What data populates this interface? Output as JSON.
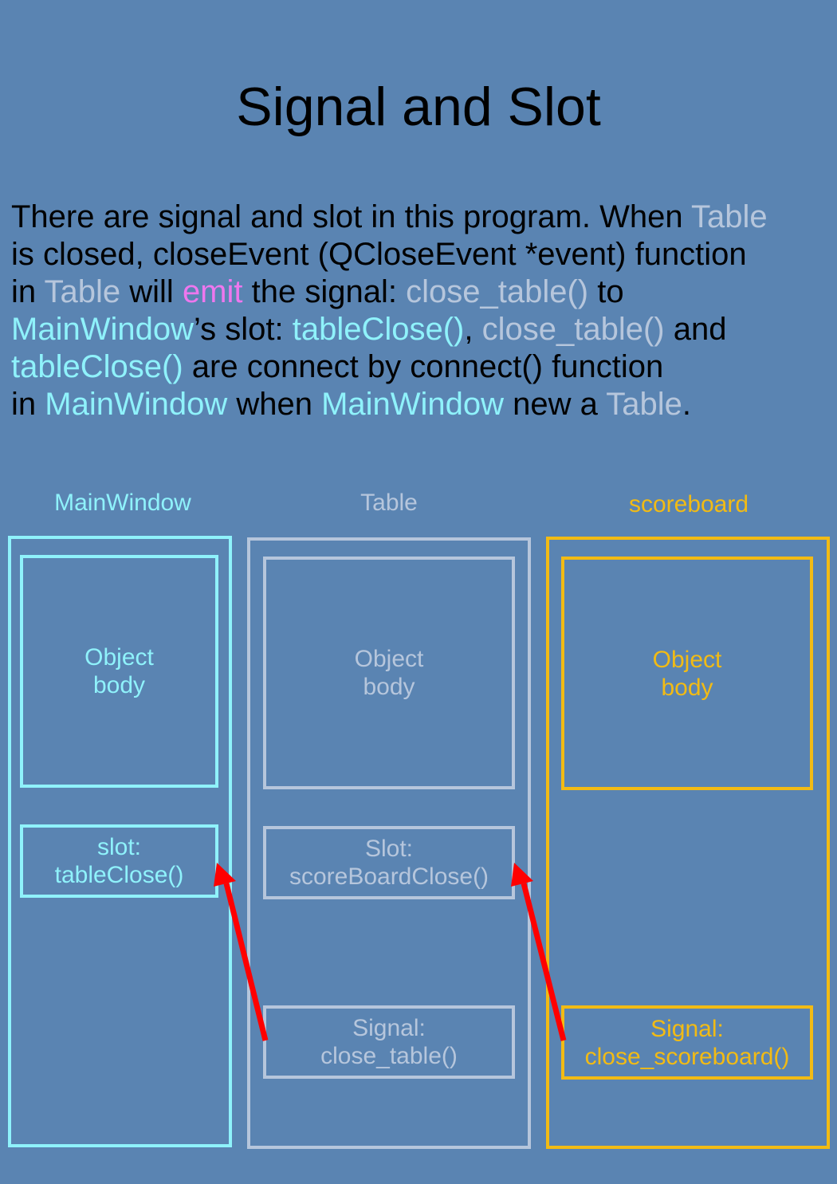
{
  "title": "Signal and Slot",
  "description": {
    "line1_a": "There are signal and slot in this program. When ",
    "line1_b": "Table",
    "line2": "is closed, closeEvent (QCloseEvent *event) function",
    "line3_a": "in ",
    "line3_b": "Table",
    "line3_c": " will ",
    "line3_d": "emit",
    "line3_e": " the signal: ",
    "line3_f": "close_table()",
    "line3_g": " to",
    "line4_a": "MainWindow",
    "line4_b": "’s slot: ",
    "line4_c": "tableClose()",
    "line4_d": ", ",
    "line4_e": "close_table()",
    "line4_f": " and",
    "line5_a": "tableClose()",
    "line5_b": " are connect by connect() function",
    "line6_a": "in ",
    "line6_b": "MainWindow",
    "line6_c": " when ",
    "line6_d": "MainWindow",
    "line6_e": " new a ",
    "line6_f": "Table",
    "line6_g": "."
  },
  "columns": {
    "mainwindow": {
      "label": "MainWindow",
      "body": "Object\nbody",
      "slot": "slot:\ntableClose()"
    },
    "table": {
      "label": "Table",
      "body": "Object\nbody",
      "slot": "Slot:\nscoreBoardClose()",
      "signal": "Signal:\nclose_table()"
    },
    "scoreboard": {
      "label": "scoreboard",
      "body": "Object\nbody",
      "signal": "Signal:\nclose_scoreboard()"
    }
  },
  "colors": {
    "background": "#5a84b2",
    "mainwindow": "#8ff2fb",
    "table": "#b6c6dc",
    "scoreboard": "#f2bb14",
    "emit": "#ee77ee",
    "arrow": "#ff0000"
  }
}
